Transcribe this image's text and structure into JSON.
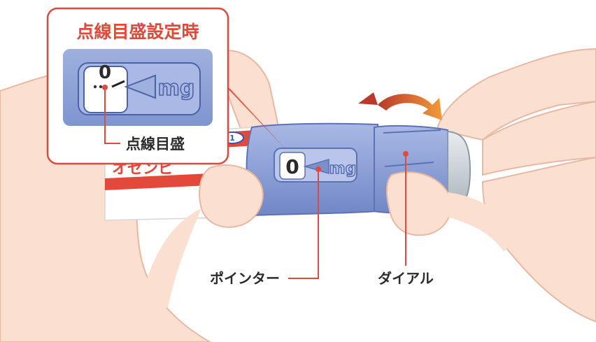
{
  "inset": {
    "title": "点線目盛設定時",
    "digit": "0",
    "unit": "mg",
    "callout": "点線目盛"
  },
  "pen": {
    "digit": "0",
    "unit": "mg",
    "label_fragment": "オゼンピ",
    "cap_badge": "1"
  },
  "labels": {
    "pointer": "ポインター",
    "dial": "ダイアル"
  },
  "colors": {
    "accent_red": "#e2493b",
    "pen_blue": "#8fa3d8",
    "skin": "#fbe0d2",
    "arrow_orange": "#f29a3a",
    "arrow_dark_red": "#b83a2a"
  }
}
